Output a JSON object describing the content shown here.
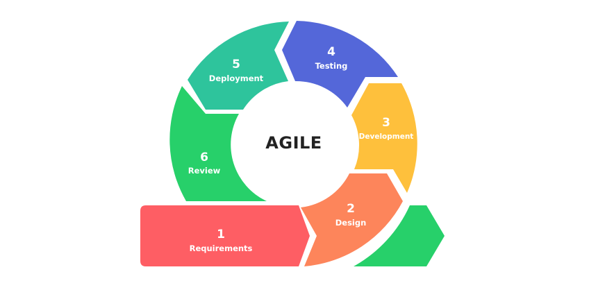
{
  "diagram": {
    "title": "AGILE",
    "stages": [
      {
        "number": "1",
        "label": "Requirements",
        "color": "#FE5E64"
      },
      {
        "number": "2",
        "label": "Design",
        "color": "#FD855B"
      },
      {
        "number": "3",
        "label": "Development",
        "color": "#FEC03C"
      },
      {
        "number": "4",
        "label": "Testing",
        "color": "#5467D9"
      },
      {
        "number": "5",
        "label": "Deployment",
        "color": "#2EC49C"
      },
      {
        "number": "6",
        "label": "Review",
        "color": "#27D06A"
      }
    ],
    "exit_arrow_color": "#27D06A",
    "background": "#FFFFFF"
  }
}
